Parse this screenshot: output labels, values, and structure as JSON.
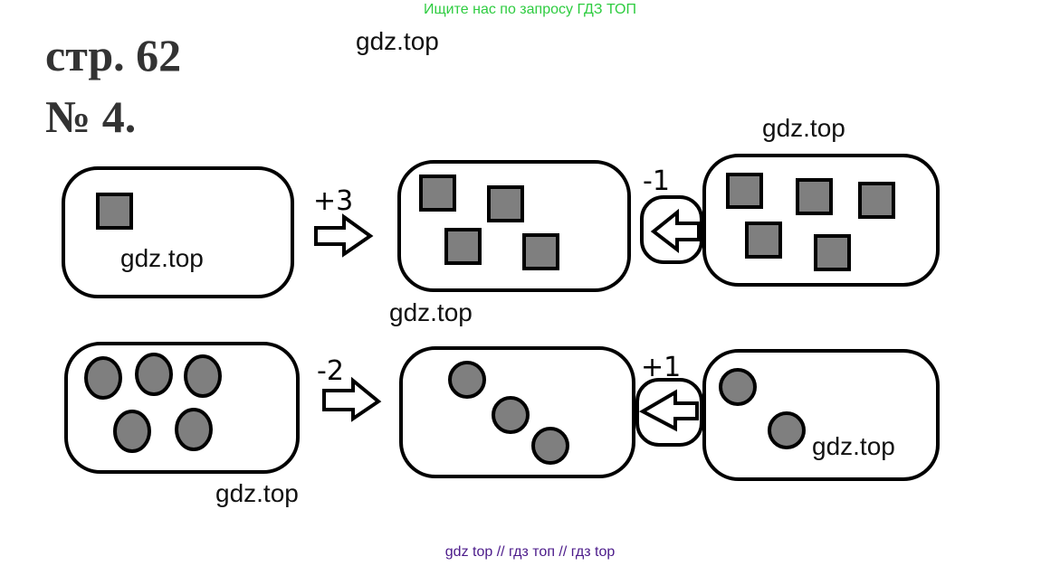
{
  "header": {
    "note": "Ищите нас по запросу ГДЗ ТОП",
    "page": "стр. 62",
    "task": "№ 4."
  },
  "watermarks": [
    "gdz.top",
    "gdz.top",
    "gdz.top",
    "gdz.top",
    "gdz.top",
    "gdz.top"
  ],
  "operations": {
    "row1_first": "+3",
    "row1_second": "-1",
    "row2_first": "-2",
    "row2_second": "+1"
  },
  "footer": {
    "text": "gdz top  //  гдз топ  //  гдз top"
  },
  "colors": {
    "note": "#2ecc40",
    "footer": "#4b1a8a",
    "shape_fill": "#7f7f7f"
  }
}
